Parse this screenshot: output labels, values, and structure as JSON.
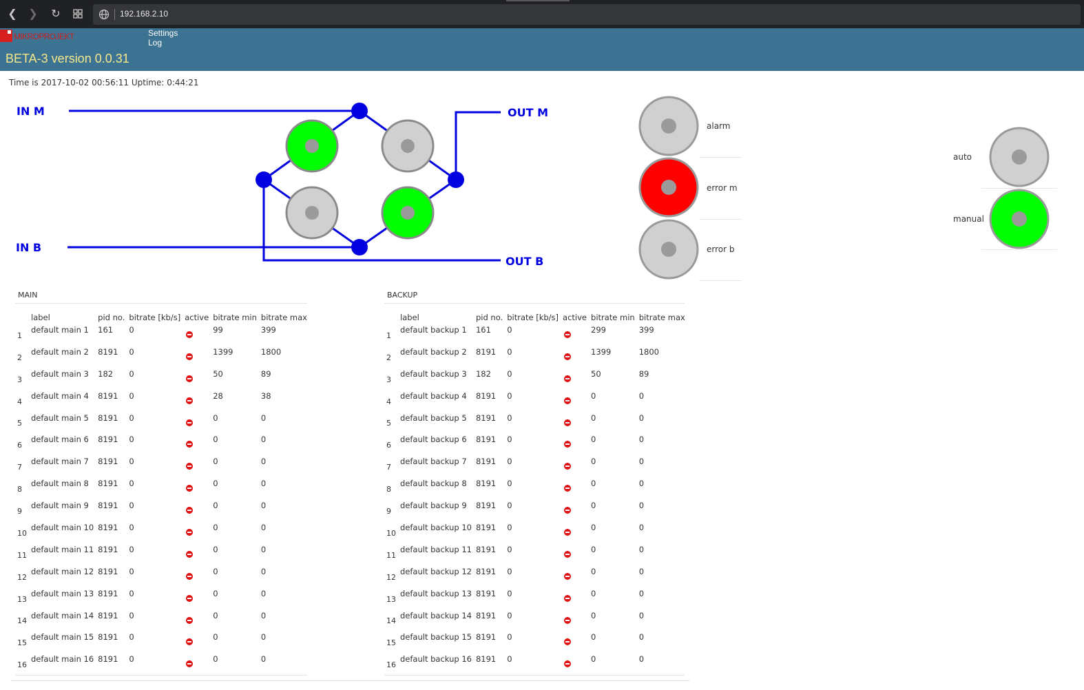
{
  "browser": {
    "url": "192.168.2.10"
  },
  "header": {
    "logo_text": "MIKROPROJEKT",
    "menu": [
      "Settings",
      "Log"
    ],
    "title": "BETA-3 version 0.0.31"
  },
  "time_line": "Time is 2017-10-02 00:56:11 Uptime: 0:44:21",
  "diagram": {
    "labels": {
      "in_m": "IN M",
      "in_b": "IN B",
      "out_m": "OUT M",
      "out_b": "OUT B"
    },
    "switches": [
      {
        "name": "top-left",
        "state": "on"
      },
      {
        "name": "top-right",
        "state": "off"
      },
      {
        "name": "bottom-left",
        "state": "off"
      },
      {
        "name": "bottom-right",
        "state": "on"
      }
    ]
  },
  "status": {
    "alarm": {
      "label": "alarm",
      "state": "off"
    },
    "error_m": {
      "label": "error m",
      "state": "error"
    },
    "error_b": {
      "label": "error b",
      "state": "off"
    },
    "auto": {
      "label": "auto",
      "state": "off"
    },
    "manual": {
      "label": "manual",
      "state": "on"
    }
  },
  "colors": {
    "on": "#00ff00",
    "off": "#d0d0d0",
    "error": "#ff0000",
    "line": "#0000e0"
  },
  "main": {
    "title": "MAIN",
    "headers": [
      "",
      "label",
      "pid no.",
      "bitrate [kb/s]",
      "active",
      "bitrate min",
      "bitrate max"
    ],
    "rows": [
      [
        "1",
        "default main 1",
        "161",
        "0",
        "",
        "99",
        "399"
      ],
      [
        "2",
        "default main 2",
        "8191",
        "0",
        "",
        "1399",
        "1800"
      ],
      [
        "3",
        "default main 3",
        "182",
        "0",
        "",
        "50",
        "89"
      ],
      [
        "4",
        "default main 4",
        "8191",
        "0",
        "",
        "28",
        "38"
      ],
      [
        "5",
        "default main 5",
        "8191",
        "0",
        "",
        "0",
        "0"
      ],
      [
        "6",
        "default main 6",
        "8191",
        "0",
        "",
        "0",
        "0"
      ],
      [
        "7",
        "default main 7",
        "8191",
        "0",
        "",
        "0",
        "0"
      ],
      [
        "8",
        "default main 8",
        "8191",
        "0",
        "",
        "0",
        "0"
      ],
      [
        "9",
        "default main 9",
        "8191",
        "0",
        "",
        "0",
        "0"
      ],
      [
        "10",
        "default main 10",
        "8191",
        "0",
        "",
        "0",
        "0"
      ],
      [
        "11",
        "default main 11",
        "8191",
        "0",
        "",
        "0",
        "0"
      ],
      [
        "12",
        "default main 12",
        "8191",
        "0",
        "",
        "0",
        "0"
      ],
      [
        "13",
        "default main 13",
        "8191",
        "0",
        "",
        "0",
        "0"
      ],
      [
        "14",
        "default main 14",
        "8191",
        "0",
        "",
        "0",
        "0"
      ],
      [
        "15",
        "default main 15",
        "8191",
        "0",
        "",
        "0",
        "0"
      ],
      [
        "16",
        "default main 16",
        "8191",
        "0",
        "",
        "0",
        "0"
      ]
    ]
  },
  "backup": {
    "title": "BACKUP",
    "headers": [
      "",
      "label",
      "pid no.",
      "bitrate [kb/s]",
      "active",
      "bitrate min",
      "bitrate max"
    ],
    "rows": [
      [
        "1",
        "default backup 1",
        "161",
        "0",
        "",
        "299",
        "399"
      ],
      [
        "2",
        "default backup 2",
        "8191",
        "0",
        "",
        "1399",
        "1800"
      ],
      [
        "3",
        "default backup 3",
        "182",
        "0",
        "",
        "50",
        "89"
      ],
      [
        "4",
        "default backup 4",
        "8191",
        "0",
        "",
        "0",
        "0"
      ],
      [
        "5",
        "default backup 5",
        "8191",
        "0",
        "",
        "0",
        "0"
      ],
      [
        "6",
        "default backup 6",
        "8191",
        "0",
        "",
        "0",
        "0"
      ],
      [
        "7",
        "default backup 7",
        "8191",
        "0",
        "",
        "0",
        "0"
      ],
      [
        "8",
        "default backup 8",
        "8191",
        "0",
        "",
        "0",
        "0"
      ],
      [
        "9",
        "default backup 9",
        "8191",
        "0",
        "",
        "0",
        "0"
      ],
      [
        "10",
        "default backup 10",
        "8191",
        "0",
        "",
        "0",
        "0"
      ],
      [
        "11",
        "default backup 11",
        "8191",
        "0",
        "",
        "0",
        "0"
      ],
      [
        "12",
        "default backup 12",
        "8191",
        "0",
        "",
        "0",
        "0"
      ],
      [
        "13",
        "default backup 13",
        "8191",
        "0",
        "",
        "0",
        "0"
      ],
      [
        "14",
        "default backup 14",
        "8191",
        "0",
        "",
        "0",
        "0"
      ],
      [
        "15",
        "default backup 15",
        "8191",
        "0",
        "",
        "0",
        "0"
      ],
      [
        "16",
        "default backup 16",
        "8191",
        "0",
        "",
        "0",
        "0"
      ]
    ]
  }
}
